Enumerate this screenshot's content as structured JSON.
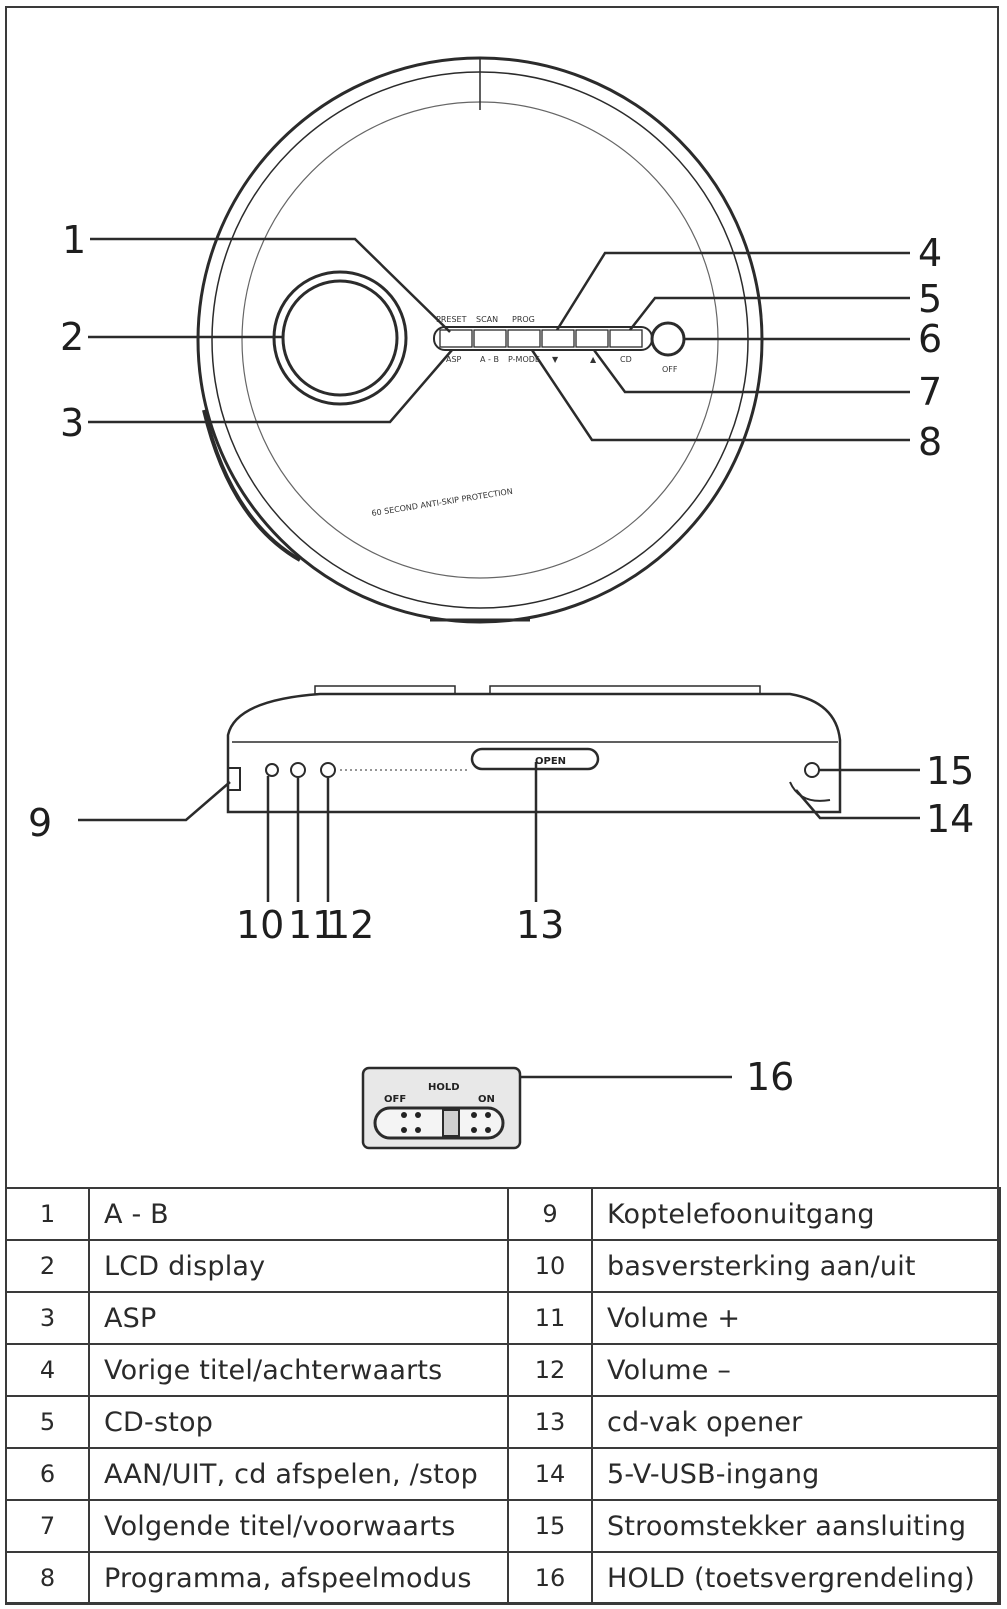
{
  "diagram": {
    "callouts": [
      "1",
      "2",
      "3",
      "4",
      "5",
      "6",
      "7",
      "8",
      "9",
      "10",
      "11",
      "12",
      "13",
      "14",
      "15",
      "16"
    ],
    "panel_labels": {
      "preset": "PRESET",
      "scan": "SCAN",
      "prog": "PROG",
      "asp": "ASP",
      "ab": "A - B",
      "pmode": "P-MODE",
      "down": "▼",
      "up": "▲",
      "cd": "CD",
      "off": "OFF"
    },
    "rim_text": "60 SECOND ANTI-SKIP PROTECTION",
    "open_label": "OPEN",
    "hold": {
      "title": "HOLD",
      "off": "OFF",
      "on": "ON"
    }
  },
  "table": {
    "rows": [
      {
        "ln": "1",
        "ld": "A - B",
        "rn": "9",
        "rd": "Koptelefoonuitgang"
      },
      {
        "ln": "2",
        "ld": "LCD display",
        "rn": "10",
        "rd": "basversterking aan/uit"
      },
      {
        "ln": "3",
        "ld": "ASP",
        "rn": "11",
        "rd": "Volume +"
      },
      {
        "ln": "4",
        "ld": "Vorige titel/achterwaarts",
        "rn": "12",
        "rd": "Volume –"
      },
      {
        "ln": "5",
        "ld": "CD-stop",
        "rn": "13",
        "rd": "cd-vak opener"
      },
      {
        "ln": "6",
        "ld": "AAN/UIT, cd afspelen, /stop",
        "rn": "14",
        "rd": "5-V-USB-ingang"
      },
      {
        "ln": "7",
        "ld": "Volgende titel/voorwaarts",
        "rn": "15",
        "rd": "Stroomstekker aansluiting"
      },
      {
        "ln": "8",
        "ld": "Programma, afspeelmodus",
        "rn": "16",
        "rd": "HOLD (toetsvergrendeling)"
      }
    ]
  }
}
